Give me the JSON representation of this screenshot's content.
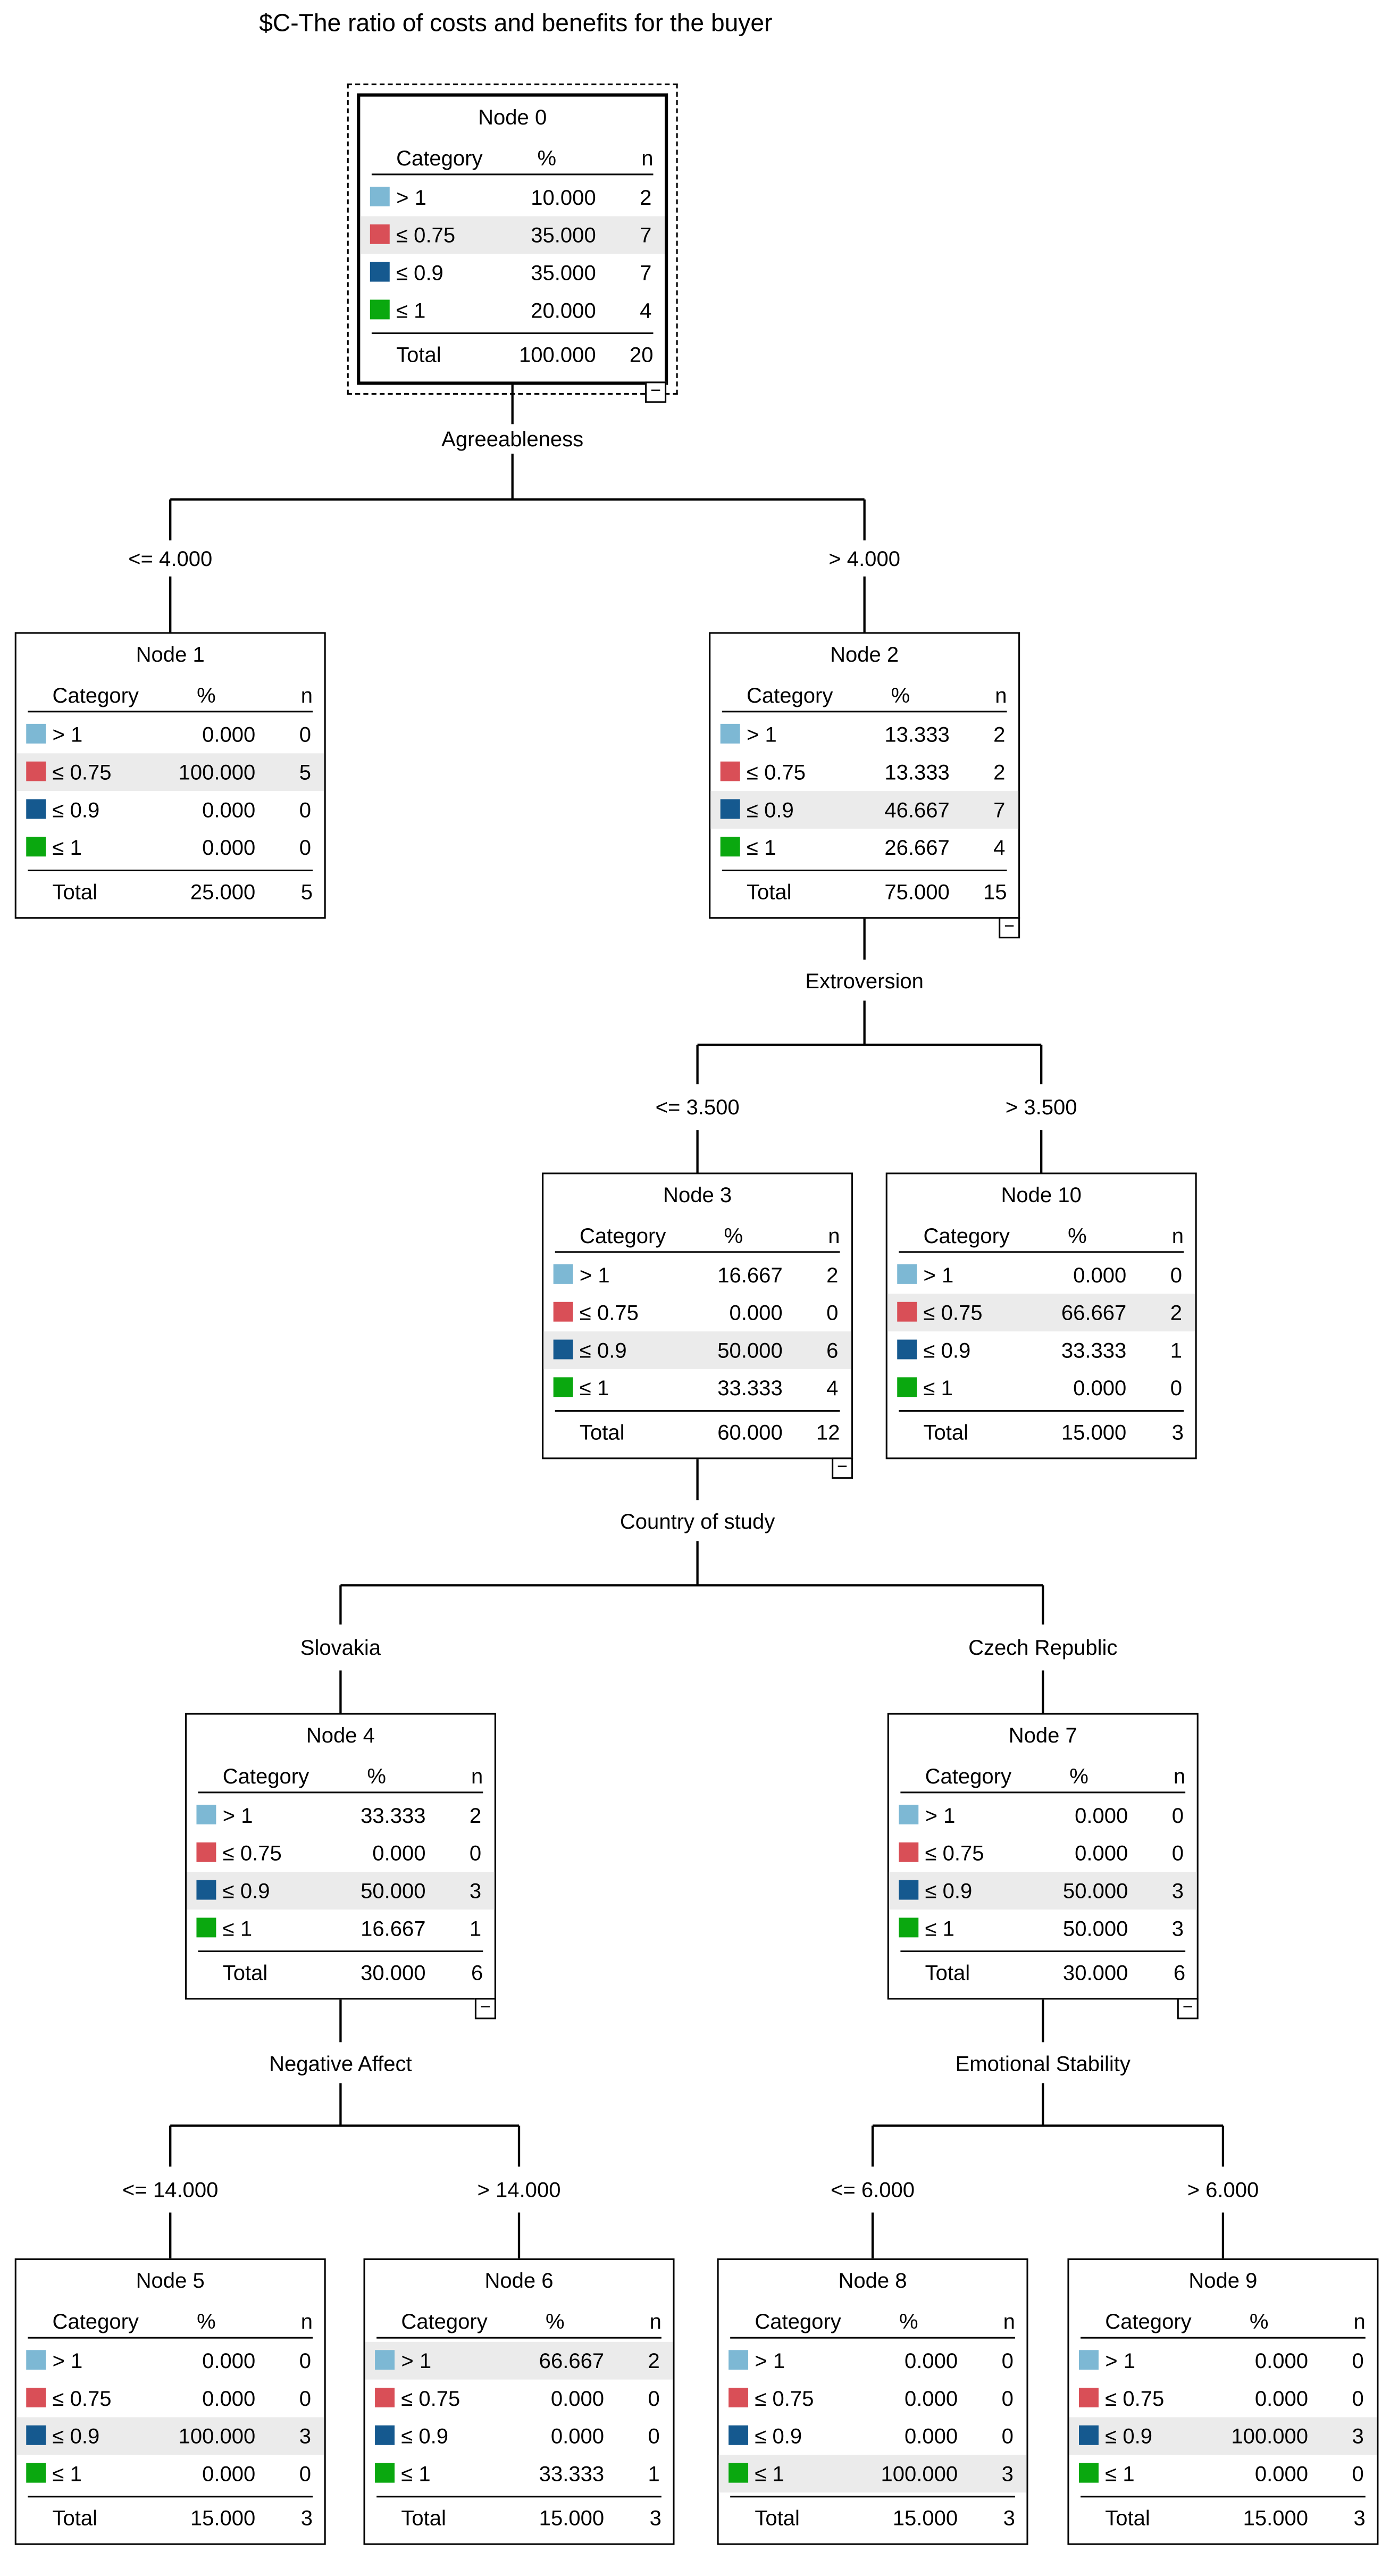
{
  "title": "$C-The ratio of costs and benefits for the buyer",
  "table_headers": {
    "category": "Category",
    "percent": "%",
    "n": "n"
  },
  "total_label": "Total",
  "collapse_glyph": "−",
  "highlight_color": "#ebebeb",
  "categories": [
    {
      "label": "> 1",
      "color": "#7db8d4"
    },
    {
      "label": "≤ 0.75",
      "color": "#d94f57"
    },
    {
      "label": "≤ 0.9",
      "color": "#15598f"
    },
    {
      "label": "≤ 1",
      "color": "#0aa80f"
    }
  ],
  "nodes": [
    {
      "id": 0,
      "name": "Node 0",
      "selected": true,
      "collapsible": true,
      "split_label": "Agreeableness",
      "pct": [
        "10.000",
        "35.000",
        "35.000",
        "20.000"
      ],
      "n": [
        "2",
        "7",
        "7",
        "4"
      ],
      "total_pct": "100.000",
      "total_n": "20",
      "highlight": 1
    },
    {
      "id": 1,
      "name": "Node 1",
      "branch_label": "<= 4.000",
      "pct": [
        "0.000",
        "100.000",
        "0.000",
        "0.000"
      ],
      "n": [
        "0",
        "5",
        "0",
        "0"
      ],
      "total_pct": "25.000",
      "total_n": "5",
      "highlight": 1
    },
    {
      "id": 2,
      "name": "Node 2",
      "branch_label": "> 4.000",
      "collapsible": true,
      "split_label": "Extroversion",
      "pct": [
        "13.333",
        "13.333",
        "46.667",
        "26.667"
      ],
      "n": [
        "2",
        "2",
        "7",
        "4"
      ],
      "total_pct": "75.000",
      "total_n": "15",
      "highlight": 2
    },
    {
      "id": 3,
      "name": "Node 3",
      "branch_label": "<= 3.500",
      "collapsible": true,
      "split_label": "Country of study",
      "pct": [
        "16.667",
        "0.000",
        "50.000",
        "33.333"
      ],
      "n": [
        "2",
        "0",
        "6",
        "4"
      ],
      "total_pct": "60.000",
      "total_n": "12",
      "highlight": 2
    },
    {
      "id": 10,
      "name": "Node 10",
      "branch_label": "> 3.500",
      "pct": [
        "0.000",
        "66.667",
        "33.333",
        "0.000"
      ],
      "n": [
        "0",
        "2",
        "1",
        "0"
      ],
      "total_pct": "15.000",
      "total_n": "3",
      "highlight": 1
    },
    {
      "id": 4,
      "name": "Node 4",
      "branch_label": "Slovakia",
      "collapsible": true,
      "split_label": "Negative Affect",
      "pct": [
        "33.333",
        "0.000",
        "50.000",
        "16.667"
      ],
      "n": [
        "2",
        "0",
        "3",
        "1"
      ],
      "total_pct": "30.000",
      "total_n": "6",
      "highlight": 2
    },
    {
      "id": 7,
      "name": "Node 7",
      "branch_label": "Czech Republic",
      "collapsible": true,
      "split_label": "Emotional Stability",
      "pct": [
        "0.000",
        "0.000",
        "50.000",
        "50.000"
      ],
      "n": [
        "0",
        "0",
        "3",
        "3"
      ],
      "total_pct": "30.000",
      "total_n": "6",
      "highlight": 2
    },
    {
      "id": 5,
      "name": "Node 5",
      "branch_label": "<= 14.000",
      "pct": [
        "0.000",
        "0.000",
        "100.000",
        "0.000"
      ],
      "n": [
        "0",
        "0",
        "3",
        "0"
      ],
      "total_pct": "15.000",
      "total_n": "3",
      "highlight": 2
    },
    {
      "id": 6,
      "name": "Node 6",
      "branch_label": "> 14.000",
      "pct": [
        "66.667",
        "0.000",
        "0.000",
        "33.333"
      ],
      "n": [
        "2",
        "0",
        "0",
        "1"
      ],
      "total_pct": "15.000",
      "total_n": "3",
      "highlight": 0
    },
    {
      "id": 8,
      "name": "Node 8",
      "branch_label": "<= 6.000",
      "pct": [
        "0.000",
        "0.000",
        "0.000",
        "100.000"
      ],
      "n": [
        "0",
        "0",
        "0",
        "3"
      ],
      "total_pct": "15.000",
      "total_n": "3",
      "highlight": 3
    },
    {
      "id": 9,
      "name": "Node 9",
      "branch_label": "> 6.000",
      "pct": [
        "0.000",
        "0.000",
        "100.000",
        "0.000"
      ],
      "n": [
        "0",
        "0",
        "3",
        "0"
      ],
      "total_pct": "15.000",
      "total_n": "3",
      "highlight": 2
    }
  ]
}
